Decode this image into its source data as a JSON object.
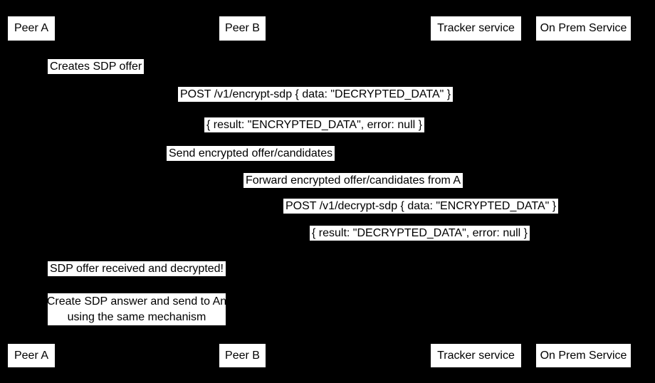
{
  "diagram": {
    "type": "sequence-diagram",
    "colors": {
      "background": "#000000",
      "box_fill": "#ffffff",
      "text": "#000000"
    },
    "actors": [
      {
        "label": "Peer A"
      },
      {
        "label": "Peer B"
      },
      {
        "label": "Tracker service"
      },
      {
        "label": "On Prem Service"
      }
    ],
    "messages": [
      {
        "text": "Creates SDP offer"
      },
      {
        "text": "POST /v1/encrypt-sdp { data: \"DECRYPTED_DATA\" }"
      },
      {
        "text": "{ result: \"ENCRYPTED_DATA\", error: null }"
      },
      {
        "text": "Send encrypted offer/candidates"
      },
      {
        "text": "Forward encrypted offer/candidates from A"
      },
      {
        "text": "POST /v1/decrypt-sdp { data: \"ENCRYPTED_DATA\" }"
      },
      {
        "text": "{ result: \"DECRYPTED_DATA\", error: null }"
      },
      {
        "text": "SDP offer received and decrypted!"
      }
    ],
    "note": {
      "line1": "Create SDP answer and send to An",
      "line2": "using the same mechanism"
    }
  }
}
